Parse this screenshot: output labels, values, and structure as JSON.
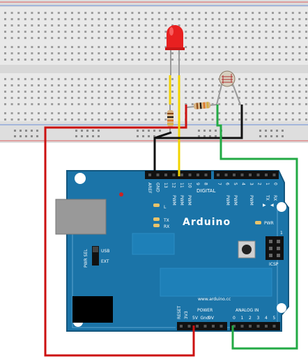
{
  "board": {
    "brand": "Arduino",
    "website": "www.arduino.cc",
    "digital_label": "DIGITAL",
    "pin_labels_left": [
      "AREF",
      "GND",
      "13",
      "12",
      "11",
      "10",
      "9",
      "8"
    ],
    "pin_labels_right": [
      "7",
      "6",
      "5",
      "4",
      "3",
      "2",
      "1",
      "0"
    ],
    "pwm_label": "PWM",
    "tx_label": "TX",
    "rx_label": "RX",
    "tx_arrow": "▶",
    "rx_arrow": "◀",
    "led_l": "L",
    "led_tx": "TX",
    "led_rx": "RX",
    "pwr_led": "PWR",
    "icsp_label": "ICSP",
    "icsp_pin1": "1",
    "pwr_sel": "PWR SEL",
    "usb_label": "USB",
    "ext_label": "EXT",
    "power_label": "POWER",
    "reset_label": "RESET",
    "v3_label": "3V3",
    "power_pins": [
      "5V",
      "Gnd",
      "9V"
    ],
    "analog_label": "ANALOG IN",
    "analog_pins": [
      "0",
      "1",
      "2",
      "3",
      "4",
      "5"
    ]
  },
  "colors": {
    "board": "#1b74a8",
    "breadboard": "#e6e6e6",
    "rail_red": "#e06060",
    "rail_blue": "#6a8fd8",
    "wire_red": "#cc1111",
    "wire_black": "#111111",
    "wire_yellow": "#f2d400",
    "wire_green": "#22aa44",
    "led": "#e82020"
  },
  "components": [
    "led",
    "resistor",
    "resistor",
    "photoresistor"
  ]
}
